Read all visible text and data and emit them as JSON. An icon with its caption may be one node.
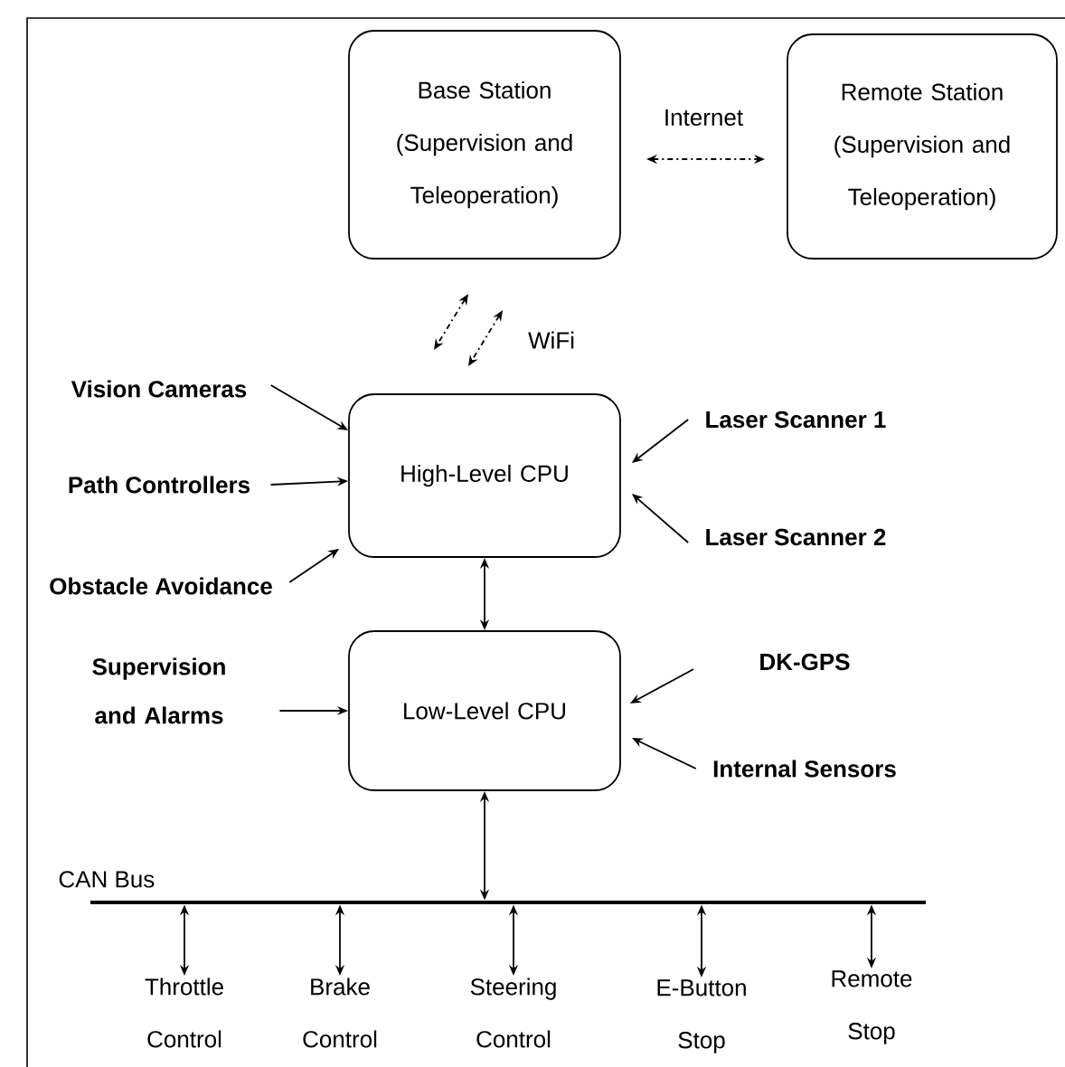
{
  "diagram": {
    "nodes": [
      {
        "text": [
          "Base Station (Supervision and Teleoperation)"
        ]
      },
      {
        "text": [
          "Remote Station (Supervision and Teleoperation)"
        ]
      },
      {
        "text": [
          "High-Level CPU"
        ]
      },
      {
        "text": [
          "Low-Level CPU"
        ]
      },
      {
        "text": [
          "Vision Cameras"
        ]
      },
      {
        "text": [
          "Path Controllers"
        ]
      },
      {
        "text": [
          "Obstacle Avoidance"
        ]
      },
      {
        "text": [
          "Laser Scanner 1"
        ]
      },
      {
        "text": [
          "Laser Scanner 2"
        ]
      },
      {
        "text": [
          "Supervision and Alarms"
        ]
      },
      {
        "text": [
          "DK-GPS"
        ]
      },
      {
        "text": [
          "Internal Sensors"
        ]
      },
      {
        "text": [
          "CAN Bus"
        ]
      },
      {
        "text": [
          "Throttle Control"
        ]
      },
      {
        "text": [
          "Brake Control"
        ]
      },
      {
        "text": [
          "Steering Control"
        ]
      },
      {
        "text": [
          "E-Button Stop"
        ]
      },
      {
        "text": [
          "Remote Stop"
        ]
      }
    ],
    "edges": [
      {
        "from": 0,
        "to": 1,
        "arrow": "both",
        "style": "dashed",
        "label": "Internet"
      },
      {
        "from": 0,
        "to": 2,
        "arrow": "both",
        "style": "dashed"
      },
      {
        "from": 0,
        "to": 2,
        "arrow": "both",
        "style": "dashed",
        "label": "WiFi"
      },
      {
        "from": 4,
        "to": 2,
        "arrow": "to"
      },
      {
        "from": 5,
        "to": 2,
        "arrow": "to"
      },
      {
        "from": 6,
        "to": 2,
        "arrow": "to"
      },
      {
        "from": 7,
        "to": 2,
        "arrow": "to"
      },
      {
        "from": 8,
        "to": 2,
        "arrow": "to"
      },
      {
        "from": 2,
        "to": 3,
        "arrow": "both"
      },
      {
        "from": 9,
        "to": 3,
        "arrow": "to"
      },
      {
        "from": 10,
        "to": 3,
        "arrow": "to"
      },
      {
        "from": 11,
        "to": 3,
        "arrow": "to"
      },
      {
        "from": 3,
        "to": 12,
        "arrow": "both"
      },
      {
        "from": 12,
        "to": 13,
        "arrow": "both"
      },
      {
        "from": 12,
        "to": 14,
        "arrow": "both"
      },
      {
        "from": 12,
        "to": 15,
        "arrow": "both"
      },
      {
        "from": 12,
        "to": 16,
        "arrow": "both"
      },
      {
        "from": 12,
        "to": 17,
        "arrow": "both"
      }
    ]
  }
}
